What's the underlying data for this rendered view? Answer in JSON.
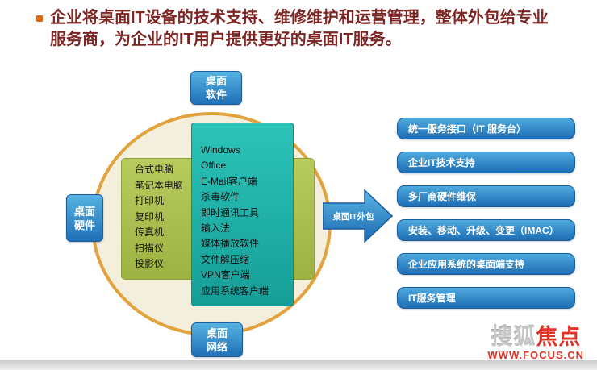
{
  "header": {
    "line1": "企业将桌面IT设备的技术支持、维修维护和运营管理，整体外包给专业",
    "line2": "服务商，为企业的IT用户提供更好的桌面IT服务。"
  },
  "diagram": {
    "top_label": "桌面软件",
    "bottom_label": "桌面网络",
    "left_label": "桌面硬件",
    "hardware_items": [
      "台式电脑",
      "笔记本电脑",
      "打印机",
      "复印机",
      "传真机",
      "扫描仪",
      "投影仪"
    ],
    "software_items": [
      "Windows",
      "Office",
      "E-Mail客户端",
      "杀毒软件",
      "即时通讯工具",
      "输入法",
      "媒体播放软件",
      "文件解压缩",
      "VPN客户端",
      "应用系统客户端"
    ],
    "arrow_label": "桌面IT外包"
  },
  "services": [
    "统一服务接口（IT 服务台）",
    "企业IT技术支持",
    "多厂商硬件维保",
    "安装、移动、升级、变更（IMAC）",
    "企业应用系统的桌面端支持",
    "IT服务管理"
  ],
  "watermark": {
    "logo_part1": "搜狐",
    "logo_part2": "焦点",
    "url": "WWW.FOCUS.CN"
  },
  "colors": {
    "title_text": "#7C2523",
    "bullet": "#E4660C",
    "circle_fill": "#F4EFDC",
    "circle_border": "#E2A33E",
    "hardware_green": "#A7BC4C",
    "software_teal": "#1BAFA7",
    "tag_blue": "#2F86C6",
    "service_blue": "#2F86C6",
    "arrow_blue": "#3A92CF",
    "watermark_red": "#DD2A1B"
  }
}
